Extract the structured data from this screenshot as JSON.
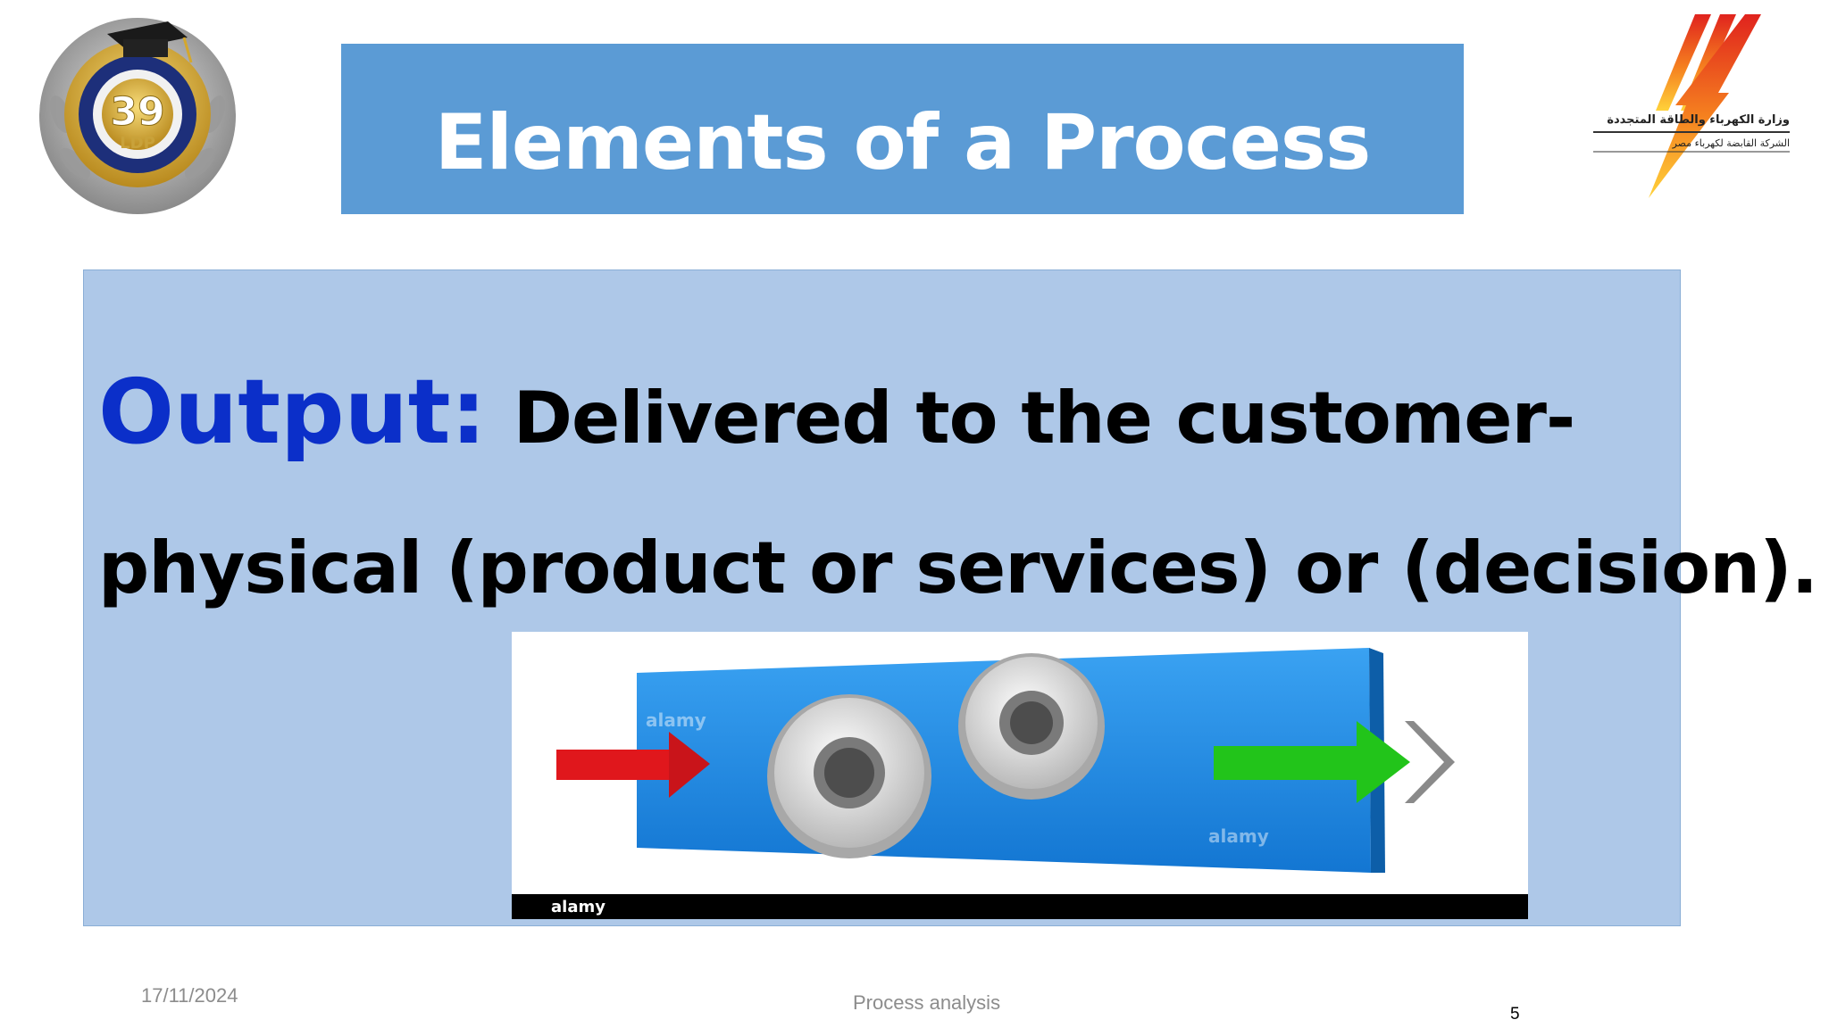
{
  "slide": {
    "title": "Elements of a Process",
    "output_label": "Output:",
    "output_desc_line1": "Delivered to the customer-",
    "output_desc_line2": "physical (product or services) or (decision)."
  },
  "logos": {
    "left_badge_number": "39",
    "left_badge_text": "LDP",
    "right_ministry_line1": "وزارة الكهرباء والطاقة المتجددة",
    "right_ministry_line2": "الشركة القابضة لكهرباء مصر"
  },
  "image": {
    "watermark": "alamy"
  },
  "footer": {
    "date": "17/11/2024",
    "center": "Process analysis",
    "page": "5"
  },
  "colors": {
    "title_bg": "#5b9bd5",
    "content_bg": "#aec8e8",
    "output_label": "#0b2fc9"
  }
}
